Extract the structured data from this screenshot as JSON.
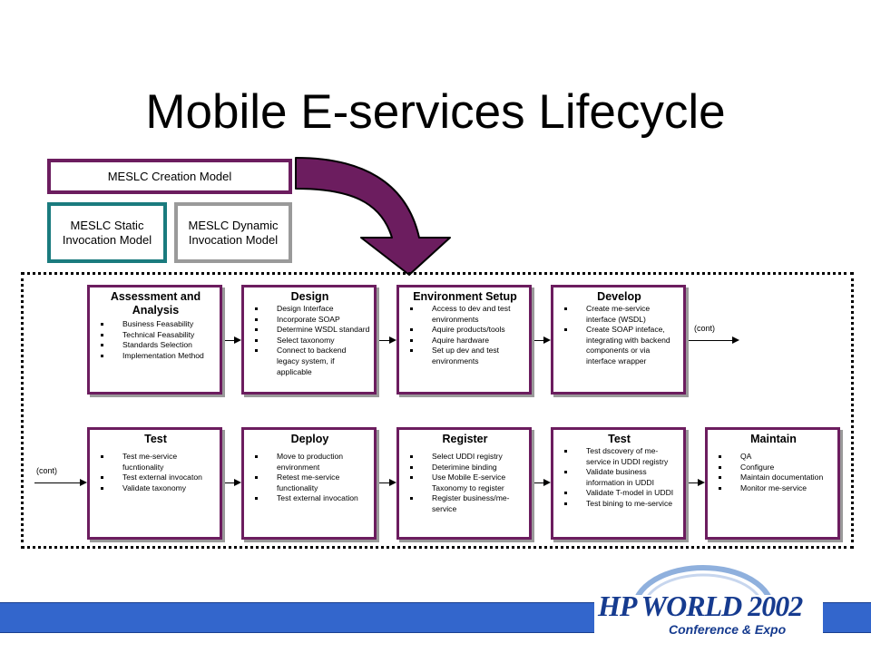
{
  "slide": {
    "title": "Mobile E-services Lifecycle"
  },
  "models": {
    "creation": "MESLC Creation Model",
    "static": "MESLC Static Invocation Model",
    "dynamic": "MESLC Dynamic Invocation Model"
  },
  "row1": [
    {
      "title": "Assessment and Analysis",
      "items": [
        "Business Feasability",
        "Technical Feasability",
        "Standards Selection",
        "Implementation Method"
      ]
    },
    {
      "title": "Design",
      "items": [
        "Design Interface",
        "Incorporate SOAP",
        "Determine WSDL standard",
        "Select taxonomy",
        "Connect to backend legacy system, if applicable"
      ]
    },
    {
      "title": "Environment Setup",
      "items": [
        "Access to dev and test environments",
        "Aquire products/tools",
        "Aquire hardware",
        "Set up dev and test environments"
      ]
    },
    {
      "title": "Develop",
      "items": [
        "Create me-service interface (WSDL)",
        "Create SOAP inteface, integrating with backend components or via interface wrapper"
      ]
    }
  ],
  "row2": [
    {
      "title": "Test",
      "items": [
        "Test me-service fucntionality",
        "Test external invocaton",
        "Validate taxonomy"
      ]
    },
    {
      "title": "Deploy",
      "items": [
        "Move to production environment",
        "Retest me-service functionality",
        "Test external invocation"
      ]
    },
    {
      "title": "Register",
      "items": [
        "Select UDDI registry",
        "Deterimine binding",
        "Use Mobile E-service Taxonomy to register",
        "Register business/me-service"
      ]
    },
    {
      "title": "Test",
      "items": [
        "Test dscovery of me-service in UDDI registry",
        "Validate business information in UDDI",
        "Validate T-model in UDDI",
        "Test bining to me-service"
      ]
    },
    {
      "title": "Maintain",
      "items": [
        "QA",
        "Configure",
        "Maintain documentation",
        "Monitor me-service"
      ]
    }
  ],
  "continuation": {
    "out": "(cont)",
    "in": "(cont)"
  },
  "logo": {
    "main": "HP WORLD 2002",
    "sub": "Conference & Expo"
  },
  "colors": {
    "stage_border": "#6c1d5f",
    "static_border": "#1a7b7e",
    "dynamic_border": "#9a9a9a",
    "footer_bar": "#3366cc",
    "logo": "#163b8f"
  }
}
